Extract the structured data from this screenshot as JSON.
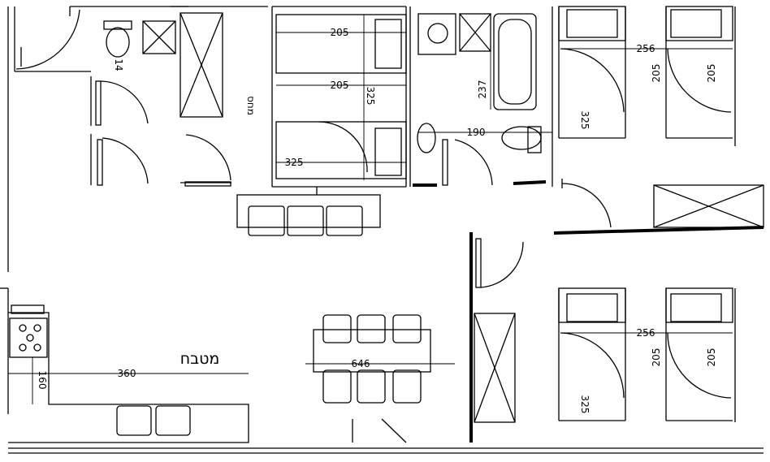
{
  "labels": {
    "kitchen": "מטבח",
    "small_room": "מחס",
    "room_wall": "14"
  },
  "dimensions": {
    "bed_top_width": "205",
    "bed_mid_width": "205",
    "upper_room_height": "325",
    "bed_bottom_width": "325",
    "bath_height": "237",
    "bath_width": "190",
    "right_top_width": "256",
    "right_top_bed_a": "205",
    "right_top_bed_b": "205",
    "right_top_height": "325",
    "right_bottom_width": "256",
    "right_bottom_bed_a": "205",
    "right_bottom_bed_b": "205",
    "right_bottom_height": "325",
    "table_width": "646",
    "kitchen_width": "360",
    "kitchen_depth": "160"
  },
  "colors": {
    "line": "#000000",
    "background": "#ffffff"
  }
}
